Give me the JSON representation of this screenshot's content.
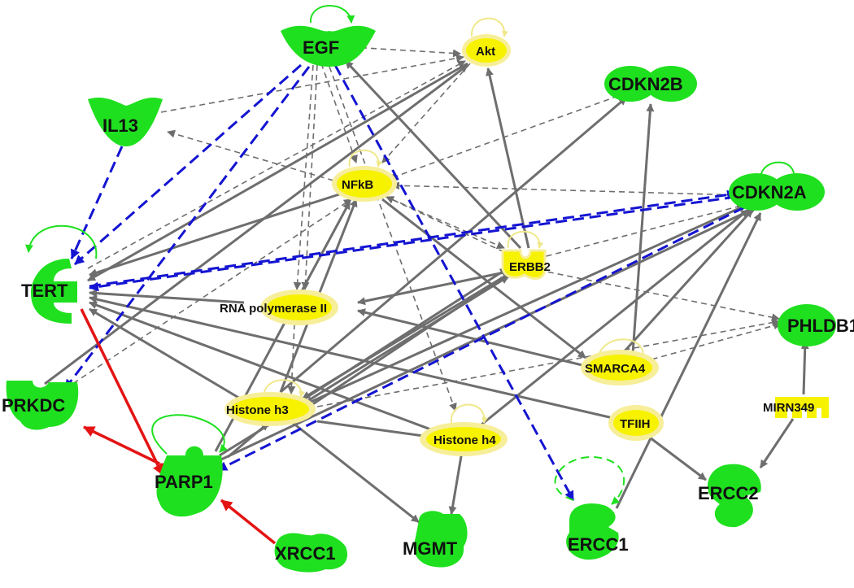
{
  "colors": {
    "green_node": "#1fe01f",
    "green_dark": "#18b018",
    "yellow_node": "#f7f200",
    "yellow_halo": "#f7ee9a",
    "edge_gray": "#6e6e6e",
    "edge_blue": "#1414d2",
    "edge_red": "#e41414"
  },
  "nodes": {
    "egf": "EGF",
    "akt": "Akt",
    "cdkn2b": "CDKN2B",
    "il13": "IL13",
    "nfkb": "NFkB",
    "cdkn2a": "CDKN2A",
    "erbb2": "ERBB2",
    "tert": "TERT",
    "rnapol2": "RNA polymerase II",
    "phldb1": "PHLDB1",
    "smarca4": "SMARCA4",
    "prkdc": "PRKDC",
    "histone_h3": "Histone h3",
    "tfiih": "TFIIH",
    "mirn349": "MIRN349",
    "histone_h4": "Histone h4",
    "parp1": "PARP1",
    "ercc2": "ERCC2",
    "ercc1": "ERCC1",
    "mgmt": "MGMT",
    "xrcc1": "XRCC1"
  },
  "edge_types": {
    "solid_gray": "direct interaction",
    "dashed_gray": "indirect interaction",
    "dashed_blue": "blue dashed relation",
    "solid_red": "red relation",
    "self_loop": "self regulation"
  }
}
